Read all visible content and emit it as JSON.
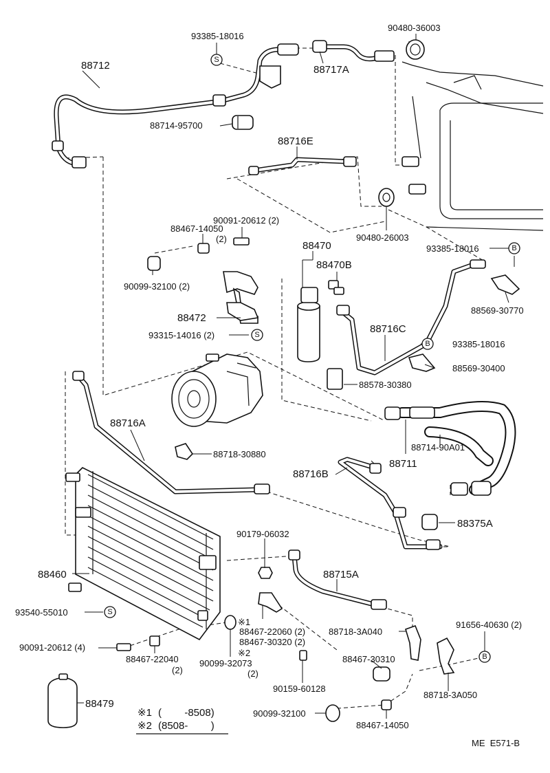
{
  "parts": {
    "p93385_top": "93385-18016",
    "p88712": "88712",
    "p88714_95700": "88714-95700",
    "p88717A": "88717A",
    "p90480_36003": "90480-36003",
    "p88716E": "88716E",
    "p90091_20612_top": "90091-20612 (2)",
    "p88467_14050_top": "88467-14050",
    "p88467_14050_top_qty": "(2)",
    "p90480_26003": "90480-26003",
    "p93385_18016_right": "93385-18016",
    "p88470": "88470",
    "p88470B": "88470B",
    "p90099_32100_top": "90099-32100 (2)",
    "p88569_30770": "88569-30770",
    "p88472": "88472",
    "p88716C": "88716C",
    "p93315_14016": "93315-14016 (2)",
    "p93385_18016_mid": "93385-18016",
    "p88569_30400": "88569-30400",
    "p88578_30380": "88578-30380",
    "p88716A": "88716A",
    "p88714_90A01": "88714-90A01",
    "p88711": "88711",
    "p88718_30880": "88718-30880",
    "p88716B": "88716B",
    "p88375A": "88375A",
    "p90179_06032": "90179-06032",
    "p88460": "88460",
    "p88715A": "88715A",
    "p93540_55010": "93540-55010",
    "p88467_22060": "88467-22060 (2)",
    "p88467_30320": "88467-30320 (2)",
    "p88718_3A040": "88718-3A040",
    "p91656_40630": "91656-40630 (2)",
    "p90091_20612_bottom": "90091-20612 (4)",
    "p88467_22040": "88467-22040",
    "p88467_22040_qty": "(2)",
    "p90099_32073": "90099-32073",
    "p90099_32073_qty": "(2)",
    "p88467_30310": "88467-30310",
    "p90159_60128": "90159-60128",
    "p88718_3A050": "88718-3A050",
    "p88479": "88479",
    "p90099_32100_bottom": "90099-32100",
    "p88467_14050_bottom": "88467-14050"
  },
  "symbols": {
    "s": "S",
    "b": "B",
    "mark1": "※1",
    "mark2": "※2"
  },
  "legend": {
    "row1_mark": "※1",
    "row1_text": "(        -8508)",
    "row2_mark": "※2",
    "row2_text": "(8508-        )"
  },
  "footer": {
    "code": "ME  E571-B"
  }
}
